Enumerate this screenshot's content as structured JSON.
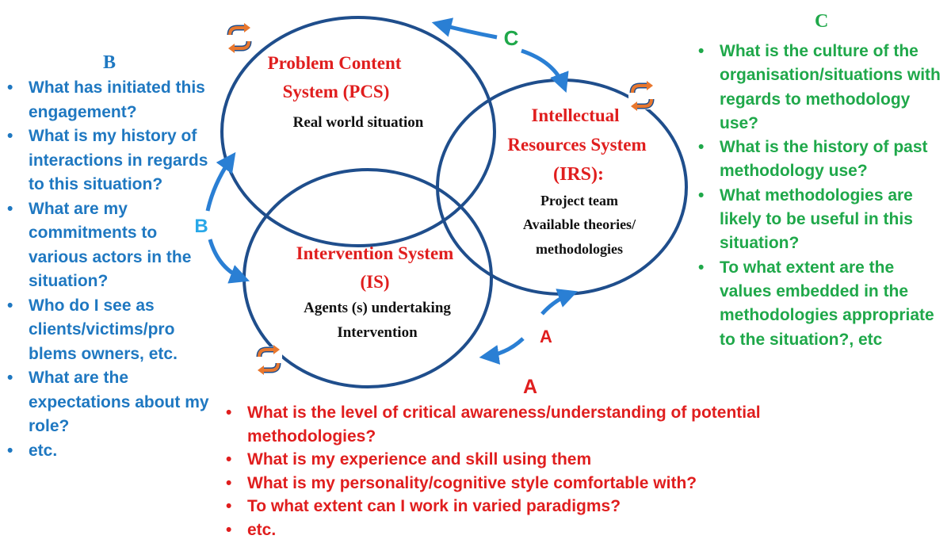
{
  "circles": {
    "pcs": {
      "title_line1": "Problem Content",
      "title_line2": "System (PCS)",
      "subtitle": "Real world situation"
    },
    "irs": {
      "title_line1": "Intellectual",
      "title_line2": "Resources System",
      "title_line3": "(IRS):",
      "line1": "Project team",
      "line2": "Available theories/",
      "line3": "methodologies"
    },
    "is": {
      "title_line1": "Intervention System",
      "title_line2": "(IS)",
      "line1": "Agents (s) undertaking",
      "line2": "Intervention"
    }
  },
  "arrow_labels": {
    "a": "A",
    "b": "B",
    "c": "C"
  },
  "section_b": {
    "heading": "B",
    "items": [
      "What has initiated this engagement?",
      "What is my history of interactions in regards to this situation?",
      "What are my commitments to various actors in the situation?",
      "Who do I see as clients/victims/pro blems owners, etc.",
      "What are the expectations about my role?",
      "etc."
    ]
  },
  "section_c": {
    "heading": "C",
    "items": [
      "What is the culture of the organisation/situations with regards to methodology use?",
      "What is the history of past methodology use?",
      "What methodologies are likely to be useful in this situation?",
      "To what extent are the values embedded in the methodologies appropriate to the situation?, etc"
    ]
  },
  "section_a": {
    "heading": "A",
    "items": [
      "What is the level of critical awareness/understanding of potential methodologies?",
      "What is my experience and skill using them",
      "What is my personality/cognitive style comfortable with?",
      "To what extent can I work in varied paradigms?",
      "etc."
    ]
  },
  "colors": {
    "circle_stroke": "#1f4e8c",
    "title_red": "#e01e1e",
    "arrow_blue": "#2a7fd4",
    "b_blue": "#1f78c1",
    "c_green": "#1fa84a",
    "a_red": "#e01e1e",
    "cycle_orange": "#e8772e"
  },
  "icons": [
    "cycle-icon",
    "arrow-icon"
  ]
}
